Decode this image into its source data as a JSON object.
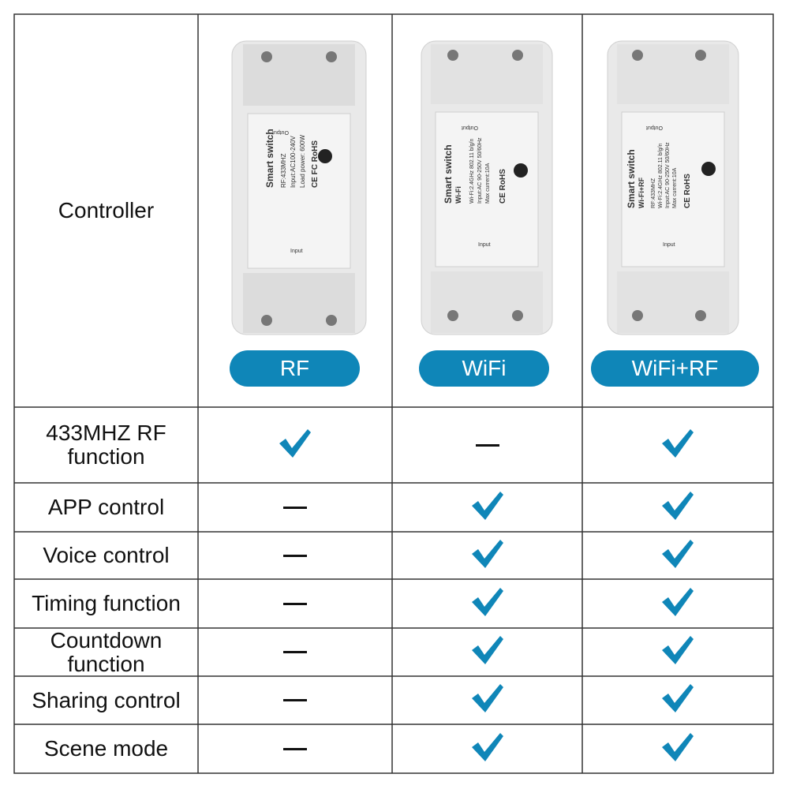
{
  "header": {
    "row_label": "Controller",
    "products": [
      {
        "badge": "RF",
        "device": {
          "title": "Smart switch",
          "specs": [
            "RF:433MHZ",
            "Input:AC100-240V",
            "Load power: 600W"
          ],
          "output_label": "Output",
          "input_label": "Input",
          "marks": "CE FC RoHS"
        }
      },
      {
        "badge": "WiFi",
        "device": {
          "title": "Smart switch",
          "subtitle": "Wi-Fi",
          "specs": [
            "Wi-Fi:2.4GHz 802.11 b/g/n",
            "Input:AC 90-250V 50/60Hz",
            "Max current:10A"
          ],
          "output_label": "Output",
          "input_label": "Input",
          "marks": "CE RoHS"
        }
      },
      {
        "badge": "WiFi+RF",
        "device": {
          "title": "Smart switch",
          "subtitle": "Wi-Fi+RF",
          "specs": [
            "RF:433MHZ",
            "Wi-Fi:2.4GHz 802.11 b/g/n",
            "Input:AC 90-250V 50/60Hz",
            "Max current:10A"
          ],
          "output_label": "Output",
          "input_label": "Input",
          "marks": "CE RoHS"
        }
      }
    ]
  },
  "features": [
    {
      "label": "433MHZ RF\nfunction",
      "values": [
        "check",
        "dash",
        "check"
      ]
    },
    {
      "label": "APP control",
      "values": [
        "dash",
        "check",
        "check"
      ]
    },
    {
      "label": "Voice control",
      "values": [
        "dash",
        "check",
        "check"
      ]
    },
    {
      "label": "Timing function",
      "values": [
        "dash",
        "check",
        "check"
      ]
    },
    {
      "label": "Countdown\nfunction",
      "values": [
        "dash",
        "check",
        "check"
      ]
    },
    {
      "label": "Sharing control",
      "values": [
        "dash",
        "check",
        "check"
      ]
    },
    {
      "label": "Scene mode",
      "values": [
        "dash",
        "check",
        "check"
      ]
    }
  ],
  "colors": {
    "accent": "#0f86b8",
    "grid": "#333333",
    "check": "#0f86b8"
  },
  "icons": {
    "supported": "check-icon",
    "unsupported": "dash-icon"
  }
}
